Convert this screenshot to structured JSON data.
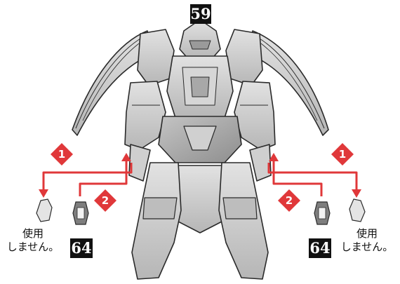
{
  "part_numbers": {
    "top": "59",
    "bottom_left": "64",
    "bottom_right": "64"
  },
  "steps": {
    "step1": "1",
    "step2": "2"
  },
  "notes": {
    "left": {
      "line1": "使用",
      "line2": "しません。"
    },
    "right": {
      "line1": "使用",
      "line2": "しません。"
    }
  },
  "colors": {
    "accent_red": "#e0383a",
    "badge_black": "#111111",
    "figure_gray": "#c9c9c9",
    "outline": "#2a2a2a"
  }
}
